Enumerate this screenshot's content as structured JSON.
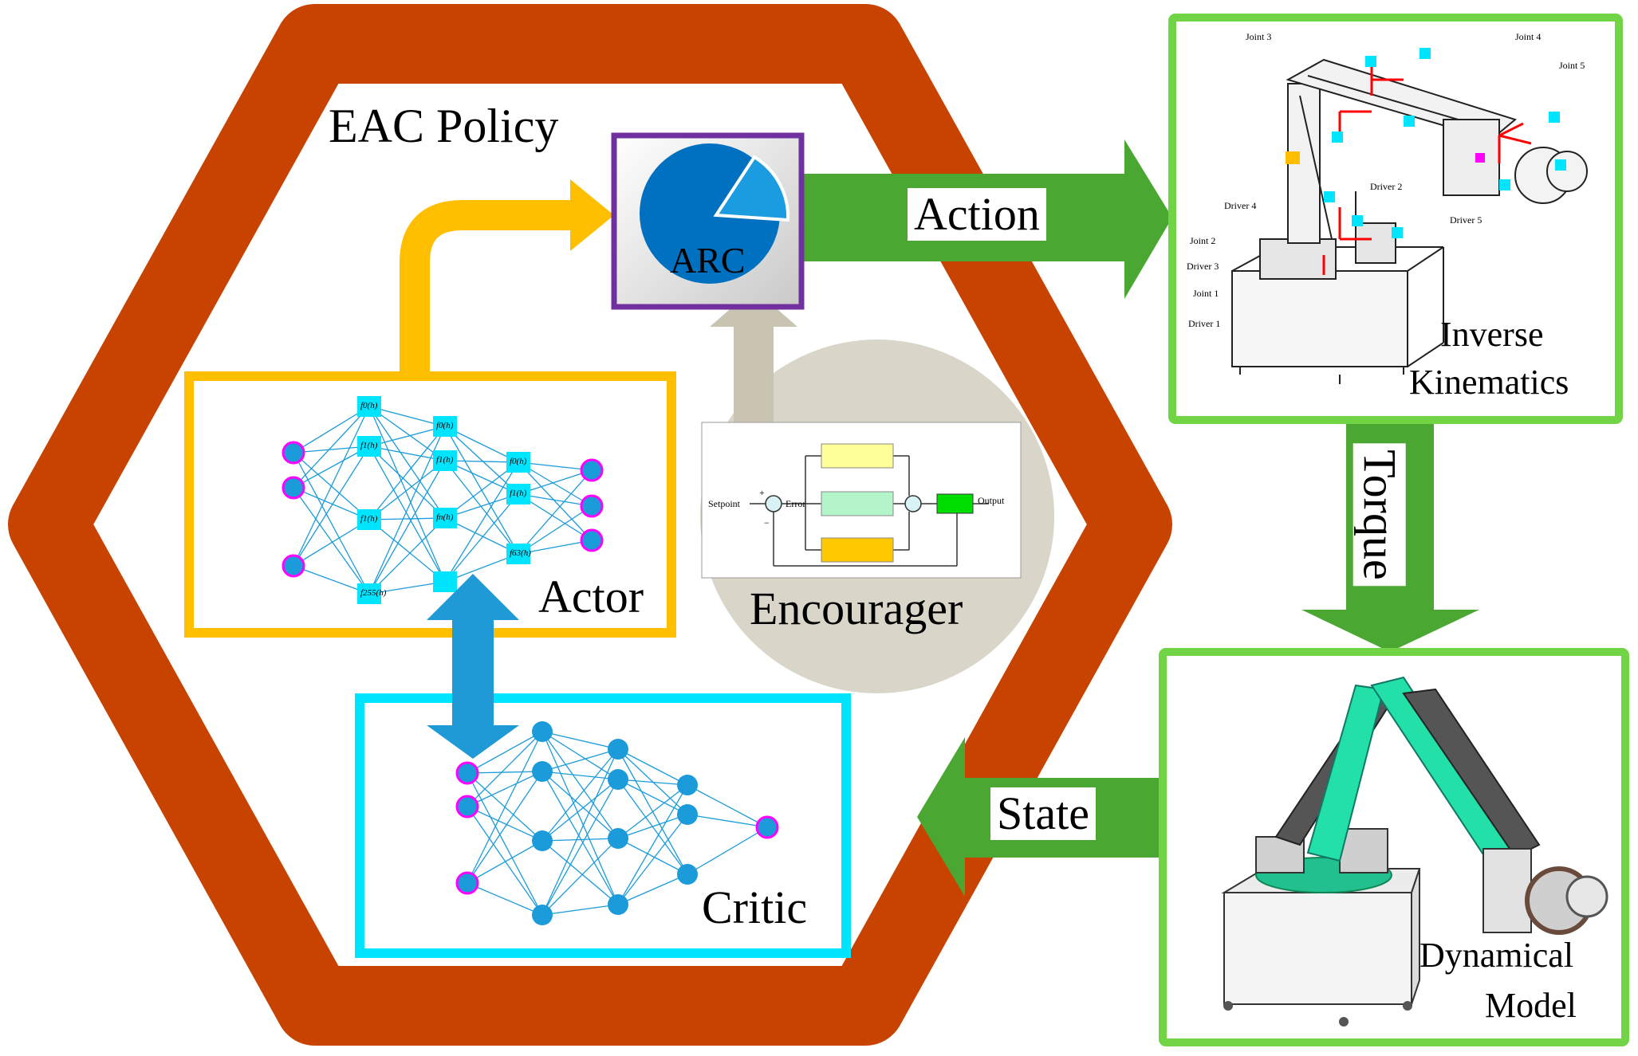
{
  "policy": {
    "title": "EAC Policy"
  },
  "arc": {
    "label": "ARC"
  },
  "actor": {
    "label": "Actor"
  },
  "critic": {
    "label": "Critic"
  },
  "encourager": {
    "label": "Encourager",
    "setpoint_label": "Setpoint",
    "error_label": "Error",
    "output_label": "Output",
    "plus_sign": "+",
    "minus_sign": "−"
  },
  "flows": {
    "action": "Action",
    "torque": "Torque",
    "state": "State"
  },
  "inverse_kinematics": {
    "label_line1": "Inverse",
    "label_line2": "Kinematics",
    "callouts": {
      "joint3": "Joint 3",
      "joint4": "Joint 4",
      "joint5": "Joint 5",
      "joint2": "Joint 2",
      "joint1": "Joint 1",
      "driver4": "Driver 4",
      "driver2": "Driver 2",
      "driver3": "Driver 3",
      "driver1": "Driver 1",
      "driver5": "Driver 5"
    }
  },
  "dynamical_model": {
    "label_line1": "Dynamical",
    "label_line2": "Model"
  },
  "actor_net": {
    "neuron_labels": [
      "f0(h)",
      "f1(h)",
      "f1(h)",
      "f255(h)",
      "f0(h)",
      "f1(h)",
      "fn(h)",
      "f0(h)",
      "f1(h)",
      "f63(h)"
    ]
  },
  "colors": {
    "hexagon": "#c84200",
    "actor_box": "#ffbf00",
    "critic_box": "#00e5ff",
    "arc_border": "#7030a0",
    "arc_pie": "#0070c0",
    "arc_slice": "#1b9be0",
    "flow_green": "#4aa832",
    "panel_green": "#70d445",
    "encourager_circle": "#d9d6c9",
    "encourager_arrow": "#c9c4b2",
    "net_line": "#1b9bd9",
    "node_fill": "#1b9bd9",
    "node_outline": "#ff00ff",
    "double_arrow": "#1f9ad6",
    "robot_teal": "#22e0a8"
  }
}
